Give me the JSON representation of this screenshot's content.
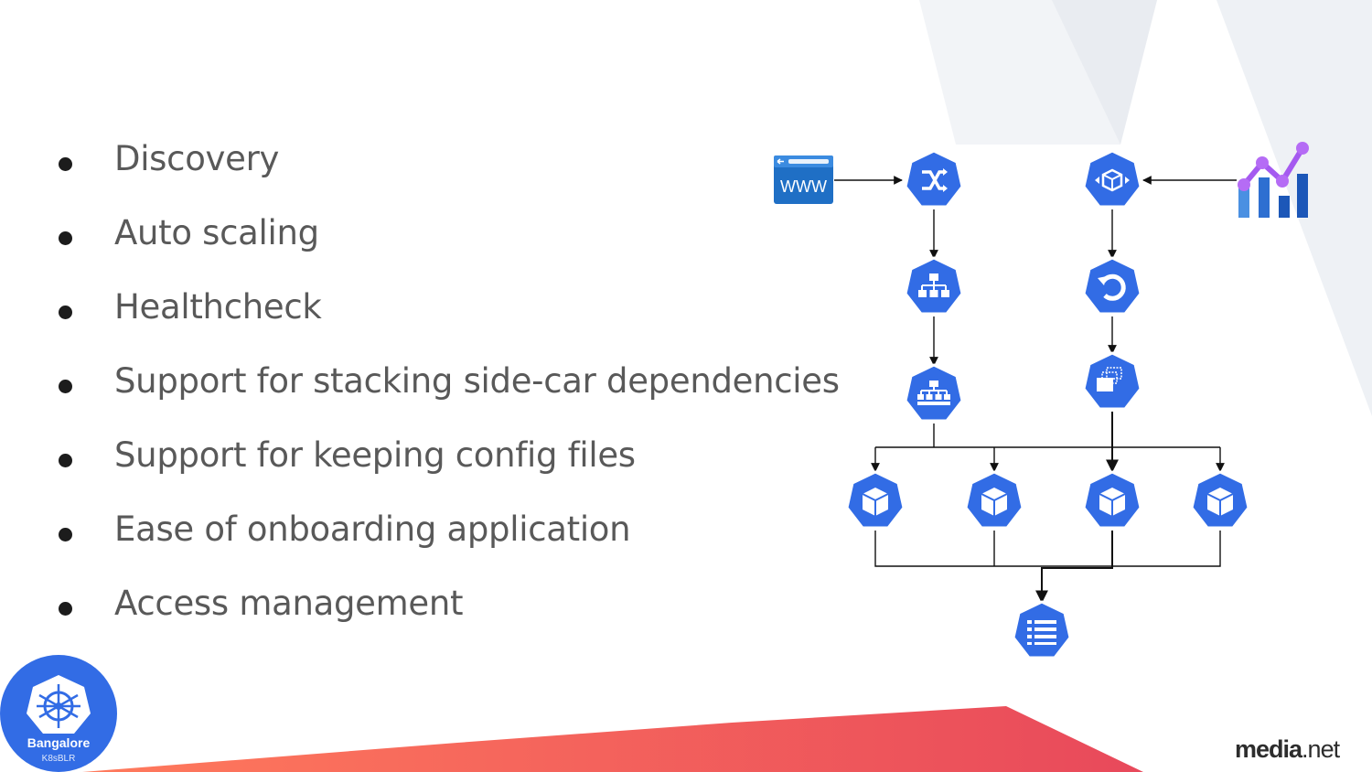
{
  "slide": {
    "bullets": [
      "Discovery",
      "Auto scaling",
      "Healthcheck",
      "Support for stacking side-car dependencies",
      "Support for keeping config files",
      "Ease of onboarding application",
      "Access management"
    ]
  },
  "diagram": {
    "nodes": [
      {
        "name": "www-browser-icon"
      },
      {
        "name": "ingress-icon"
      },
      {
        "name": "service-icon"
      },
      {
        "name": "endpoints-icon"
      },
      {
        "name": "custom-resource-icon"
      },
      {
        "name": "hpa-icon"
      },
      {
        "name": "replicaset-icon"
      },
      {
        "name": "pod-icon-1"
      },
      {
        "name": "pod-icon-2"
      },
      {
        "name": "pod-icon-3"
      },
      {
        "name": "pod-icon-4"
      },
      {
        "name": "configmap-icon"
      },
      {
        "name": "metrics-chart-icon"
      }
    ],
    "colors": {
      "k8s_blue": "#326ce5",
      "arrow": "#111111"
    },
    "browser_label": "WWW"
  },
  "badge": {
    "title": "Bangalore",
    "subtitle": "K8sBLR",
    "icon": "kubernetes-helm-wheel-icon"
  },
  "brand": {
    "name": "media",
    "tld": ".net",
    "accent": "#f37021"
  },
  "theme": {
    "wave_start": "#ff7a5c",
    "wave_end": "#e8495b",
    "bg_shape": "#f2f4f7"
  }
}
